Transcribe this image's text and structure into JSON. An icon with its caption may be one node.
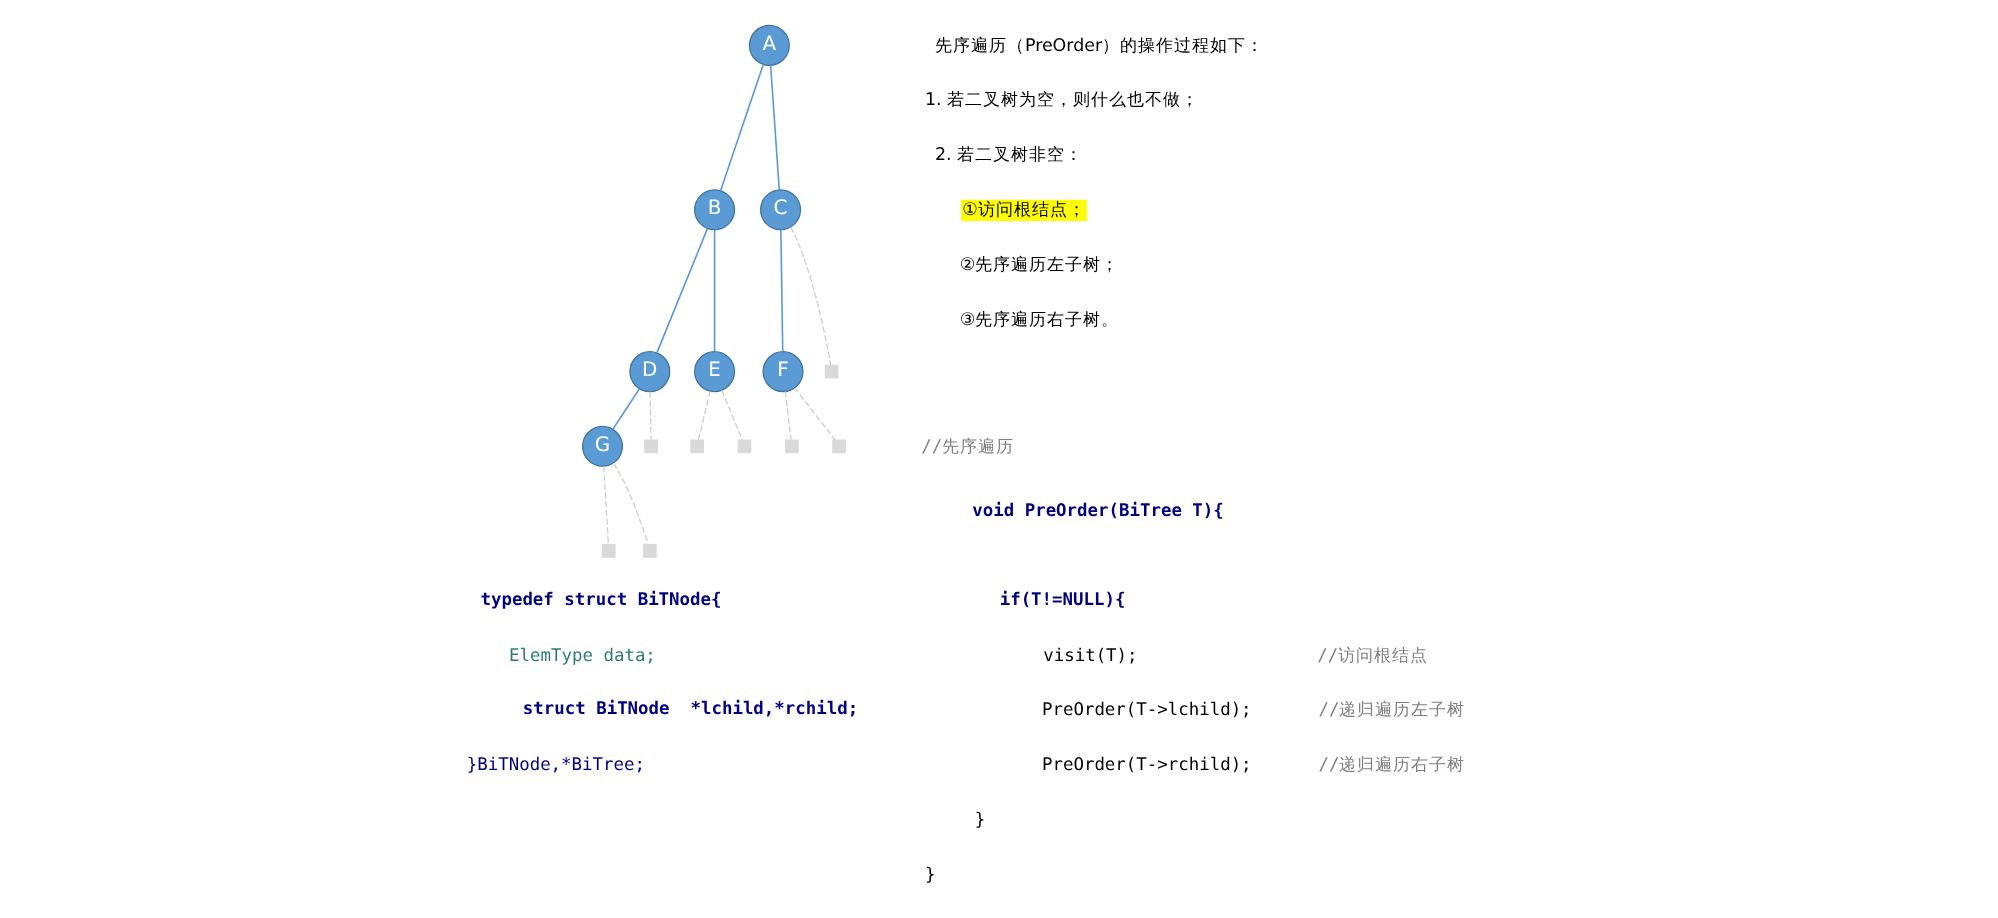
{
  "diagram": {
    "nodes": [
      {
        "text": [
          "A"
        ]
      },
      {
        "text": [
          "B"
        ]
      },
      {
        "text": [
          "C"
        ]
      },
      {
        "text": [
          "D"
        ]
      },
      {
        "text": [
          "E"
        ]
      },
      {
        "text": [
          "F"
        ]
      },
      {
        "text": [
          "G"
        ]
      },
      {
        "text": [],
        "shape": "box"
      },
      {
        "text": [],
        "shape": "box"
      },
      {
        "text": [],
        "shape": "box"
      },
      {
        "text": [],
        "shape": "box"
      },
      {
        "text": [],
        "shape": "box"
      },
      {
        "text": [],
        "shape": "box"
      },
      {
        "text": [],
        "shape": "box"
      },
      {
        "text": [],
        "shape": "box"
      }
    ],
    "edges": [
      {
        "from": 0,
        "to": 1,
        "arrow": "none",
        "color": "#5b9bd5"
      },
      {
        "from": 0,
        "to": 2,
        "arrow": "none",
        "color": "#5b9bd5"
      },
      {
        "from": 1,
        "to": 3,
        "arrow": "none",
        "color": "#5b9bd5"
      },
      {
        "from": 1,
        "to": 4,
        "arrow": "none",
        "color": "#5b9bd5"
      },
      {
        "from": 2,
        "to": 5,
        "arrow": "none",
        "color": "#5b9bd5"
      },
      {
        "from": 3,
        "to": 6,
        "arrow": "none",
        "color": "#5b9bd5"
      },
      {
        "from": 3,
        "to": 7,
        "arrow": "none",
        "style": "dashed"
      },
      {
        "from": 6,
        "to": 8,
        "arrow": "none",
        "style": "dashed"
      },
      {
        "from": 6,
        "to": 9,
        "arrow": "none",
        "style": "dashed"
      },
      {
        "from": 4,
        "to": 10,
        "arrow": "none",
        "style": "dashed"
      },
      {
        "from": 4,
        "to": 11,
        "arrow": "none",
        "style": "dashed"
      },
      {
        "from": 5,
        "to": 12,
        "arrow": "none",
        "style": "dashed"
      },
      {
        "from": 5,
        "to": 13,
        "arrow": "none",
        "style": "dashed"
      },
      {
        "from": 2,
        "to": 14,
        "arrow": "none",
        "style": "dashed"
      }
    ],
    "labels": [
      "先序遍历（PreOrder）的操作过程如下：",
      "1. 若二叉树为空，则什么也不做；",
      "2. 若二叉树非空：",
      "①访问根结点；",
      "②先序遍历左子树；",
      "③先序遍历右子树。",
      "//先序遍历",
      "void PreOrder(BiTree T){",
      "if(T!=NULL){",
      "visit(T);",
      "//访问根结点",
      "PreOrder(T->lchild);",
      "//递归遍历左子树",
      "PreOrder(T->rchild);",
      "//递归遍历右子树",
      "}",
      "}",
      "typedef struct BiTNode{",
      "ElemType data;",
      "struct BiTNode  *lchild,*rchild;",
      "}BiTNode,*BiTree;"
    ]
  }
}
